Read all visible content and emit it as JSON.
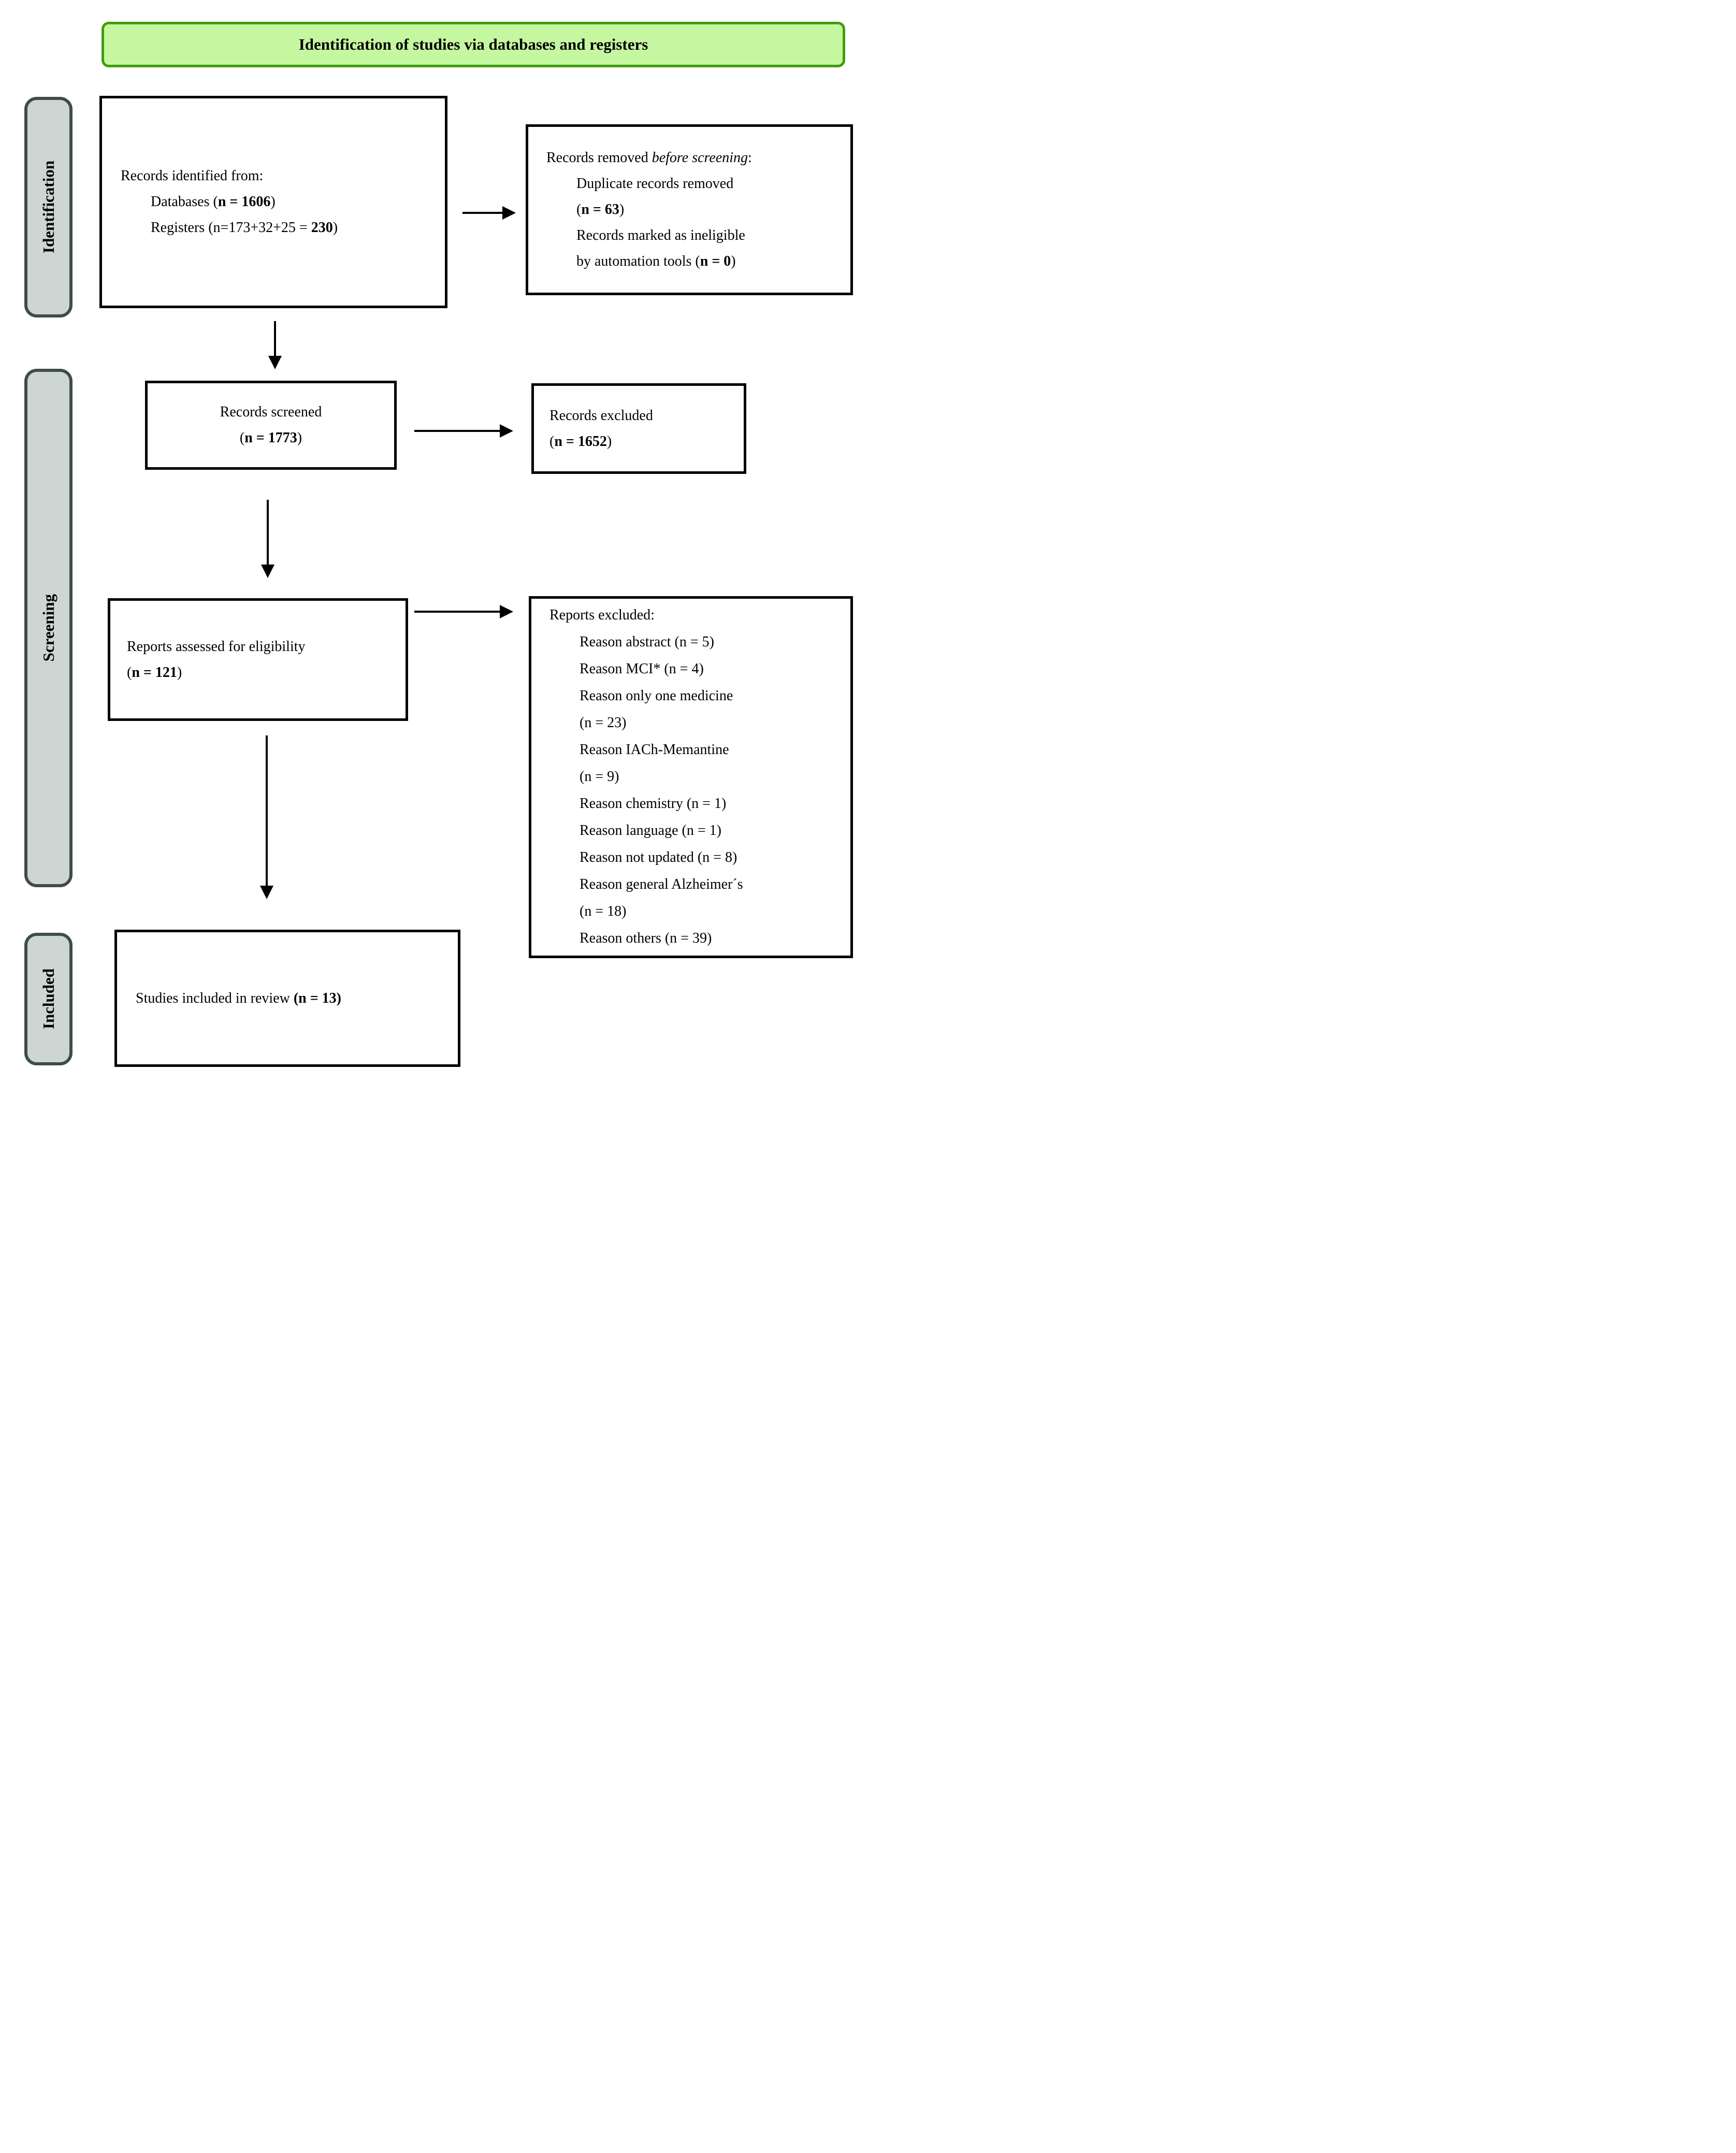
{
  "title": "Identification of studies via databases and registers",
  "colors": {
    "title_fill": "#c5f7a0",
    "title_border": "#419d0c",
    "tab_fill": "#cdd6d2",
    "tab_border": "#3e4c4b"
  },
  "sidebar": {
    "identification": "Identification",
    "screening": "Screening",
    "included": "Included"
  },
  "boxes": {
    "identified": {
      "lines": [
        {
          "pre": "Records identified from:"
        },
        {
          "pre": "Databases (",
          "b": "n = 1606",
          "post": ")"
        },
        {
          "pre": "Registers (n=173+32+25 = ",
          "b": "230",
          "post": ")"
        }
      ]
    },
    "removed": {
      "lines": [
        {
          "pre": "Records removed ",
          "i": "before screening",
          "post": ":"
        },
        {
          "pre": "Duplicate records removed"
        },
        {
          "pre": "(",
          "b": "n = 63",
          "post": ")"
        },
        {
          "pre": "Records marked as ineligible"
        },
        {
          "pre": "by automation tools (",
          "b": "n = 0",
          "post": ")"
        }
      ]
    },
    "screened": {
      "lines": [
        {
          "pre": "Records screened"
        },
        {
          "pre": "(",
          "b": "n = 1773",
          "post": ")"
        }
      ]
    },
    "records_excluded": {
      "lines": [
        {
          "pre": "Records excluded"
        },
        {
          "pre": "(",
          "b": "n = 1652",
          "post": ")"
        }
      ]
    },
    "assessed": {
      "lines": [
        {
          "pre": "Reports assessed for eligibility"
        },
        {
          "pre": "(",
          "b": "n = 121",
          "post": ")"
        }
      ]
    },
    "reports_excluded": {
      "lines": [
        {
          "pre": "Reports excluded:"
        },
        {
          "pre": "Reason abstract (n = 5)"
        },
        {
          "pre": "Reason MCI* (n = 4)"
        },
        {
          "pre": "Reason only one medicine"
        },
        {
          "pre": "(n = 23)"
        },
        {
          "pre": "Reason IACh-Memantine"
        },
        {
          "pre": "(n = 9)"
        },
        {
          "pre": "Reason chemistry (n = 1)"
        },
        {
          "pre": "Reason language (n = 1)"
        },
        {
          "pre": "Reason not updated (n = 8)"
        },
        {
          "pre": "Reason general Alzheimer´s"
        },
        {
          "pre": "(n = 18)"
        },
        {
          "pre": "Reason others (n = 39)"
        }
      ]
    },
    "included": {
      "lines": [
        {
          "pre": "Studies included in review ",
          "b": "(n = 13)"
        }
      ]
    }
  }
}
